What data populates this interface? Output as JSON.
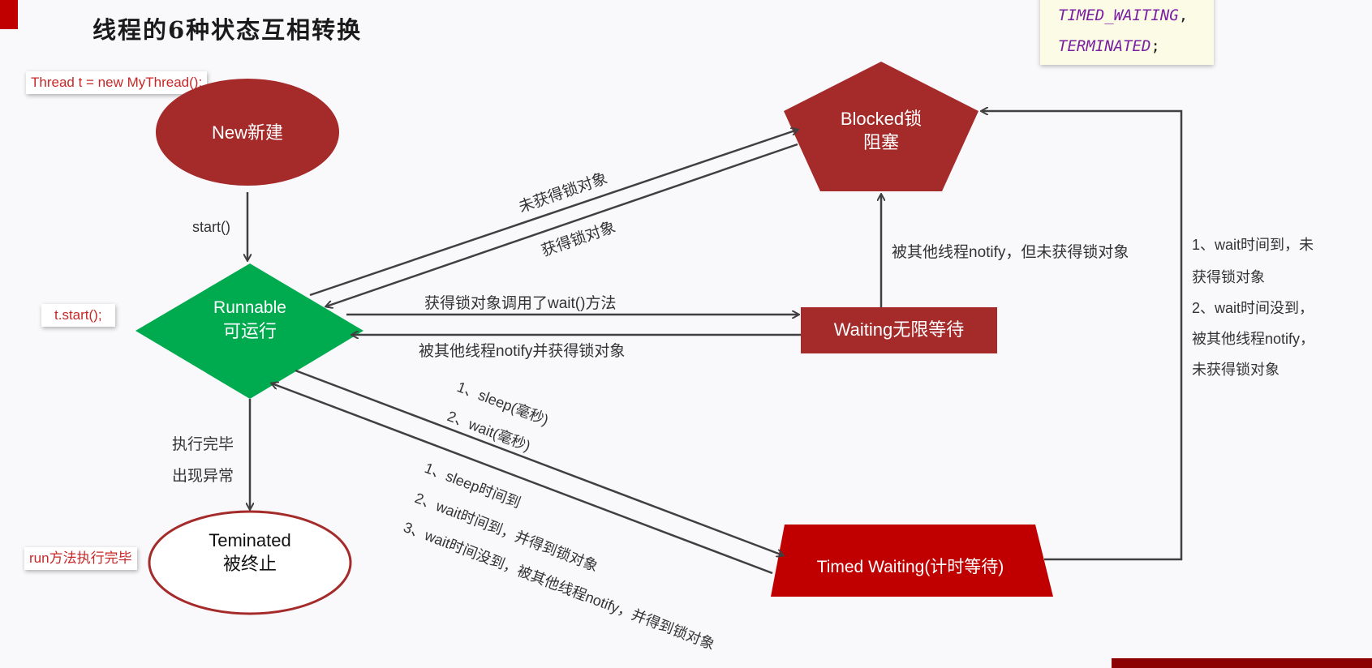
{
  "title": "线程的6种状态互相转换",
  "code_note": {
    "line1": "TIMED_WAITING",
    "line1_punct": ",",
    "line2": "TERMINATED",
    "line2_punct": ";"
  },
  "callouts": {
    "new_code": "Thread  t = new MyThread();",
    "start_code": "t.start();",
    "run_done": "run方法执行完毕"
  },
  "states": {
    "new": "New新建",
    "blocked_line1": "Blocked锁",
    "blocked_line2": "阻塞",
    "runnable_line1": "Runnable",
    "runnable_line2": "可运行",
    "waiting": "Waiting无限等待",
    "timed_waiting": "Timed Waiting(计时等待)",
    "terminated_line1": "Teminated",
    "terminated_line2": "被终止"
  },
  "labels": {
    "start": "start()",
    "no_lock": "未获得锁对象",
    "got_lock": "获得锁对象",
    "call_wait": "获得锁对象调用了wait()方法",
    "notify_got_lock": "被其他线程notify并获得锁对象",
    "notify_no_lock": "被其他线程notify，但未获得锁对象",
    "finished_line1": "执行完毕",
    "finished_line2": "出现异常",
    "to_timed_line1": "1、sleep(毫秒)",
    "to_timed_line2": "2、wait(毫秒)",
    "from_timed_line1": "1、sleep时间到",
    "from_timed_line2": "2、wait时间到，并得到锁对象",
    "from_timed_line3": "3、wait时间没到，被其他线程notify，并得到锁对象",
    "timed_to_blocked_line1": "1、wait时间到，未",
    "timed_to_blocked_line2": "获得锁对象",
    "timed_to_blocked_line3": "2、wait时间没到，",
    "timed_to_blocked_line4": "被其他线程notify，",
    "timed_to_blocked_line5": "未获得锁对象"
  },
  "colors": {
    "state_red": "#a52a2a",
    "runnable_green": "#00aa4f",
    "timed_red": "#c00000",
    "terminated_border": "#a52a2a",
    "arrow": "#404040",
    "label_text": "#333333"
  }
}
